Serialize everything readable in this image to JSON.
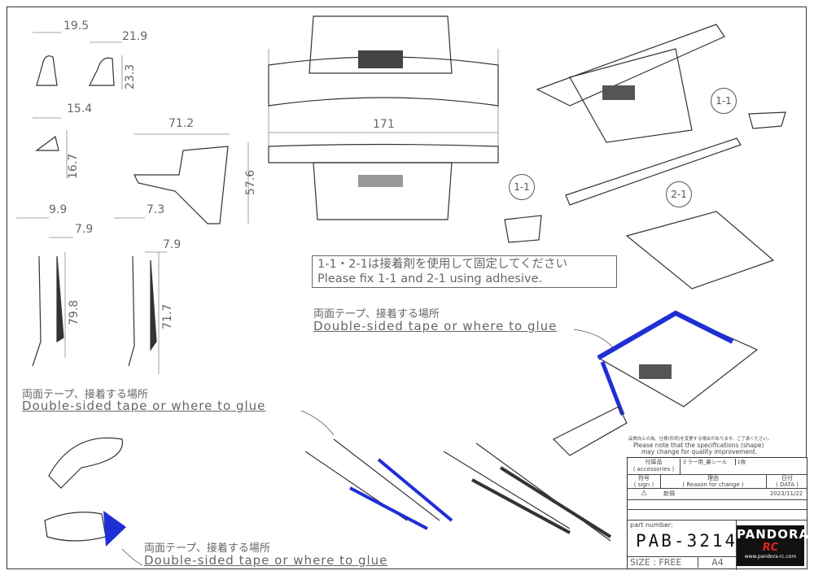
{
  "dimensions": {
    "mirror_w1": "19.5",
    "mirror_w2": "21.9",
    "mirror_h2": "23.3",
    "mirror_top_w": "15.4",
    "mirror_top_h": "16.7",
    "stay_w": "71.2",
    "stay_h": "57.6",
    "wing_w": "171",
    "wiper1_w1": "9.9",
    "wiper1_w2": "7.9",
    "wiper1_h": "79.8",
    "wiper2_w1": "7.3",
    "wiper2_w2": "7.9",
    "wiper2_h": "71.7"
  },
  "callouts": [
    "1-1",
    "1-1",
    "2-1"
  ],
  "notes": {
    "adhesive_jp": "1-1・2-1は接着剤を使用して固定してください",
    "adhesive_en": "Please fix 1-1 and 2-1 using adhesive.",
    "tape_jp": "両面テープ、接着する場所",
    "tape_en": "Double-sided tape or where to glue"
  },
  "title_block": {
    "notice_jp": "品質向上の為、仕様(形状)を変更する場合があります。ご了承ください。",
    "notice_en1": "Please note that the specifications (shape)",
    "notice_en2": "may change for quality improvement.",
    "accessories_jp": "付属品",
    "accessories_en": "( accessories )",
    "accessory_item": "ミラー用_裏シール",
    "accessory_qty": "1枚",
    "sign_jp": "符号",
    "sign_en": "( sign )",
    "reason_jp": "理由",
    "reason_en": "( Reason for change )",
    "date_jp": "日付",
    "date_en": "( DATA )",
    "rev_reason": "新規",
    "rev_date": "2023/11/22",
    "part_number_label": "part number:",
    "part_number": "PAB-3214",
    "size": "SIZE : FREE",
    "paper": "A4"
  },
  "logo": {
    "brand": "PANDORA",
    "sub": "RC",
    "url": "www.pandora-rc.com"
  },
  "colors": {
    "highlight": "#1f2fd6",
    "line": "#333333"
  }
}
